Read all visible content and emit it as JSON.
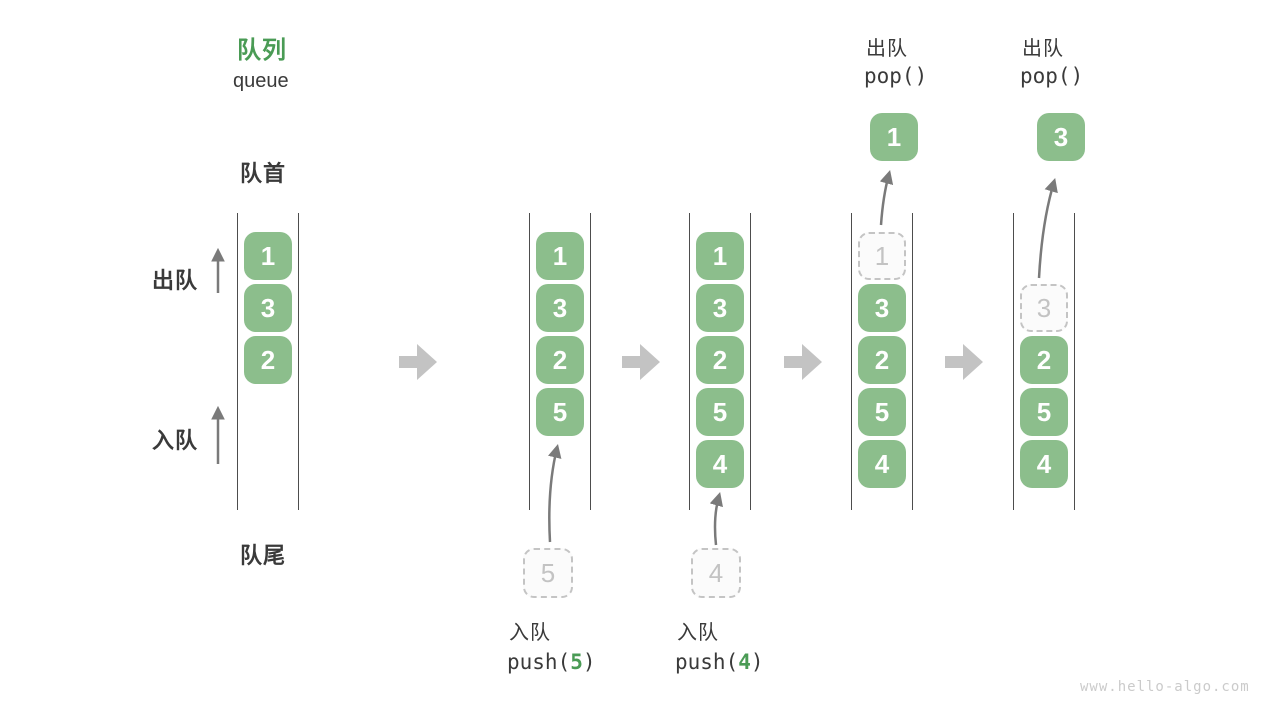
{
  "page": {
    "title_zh": "队列",
    "title_en": "queue",
    "front_label": "队首",
    "rear_label": "队尾",
    "dequeue_side_label": "出队",
    "enqueue_side_label": "入队",
    "watermark": "www.hello-algo.com"
  },
  "colors": {
    "accent_green": "#4a9b55",
    "cell_green": "#8cbe8c",
    "ghost_gray": "#c3c3c3",
    "thin_arrow_gray": "#7a7a7a",
    "block_arrow_gray": "#c3c3c3",
    "text_dark": "#3a3a3a"
  },
  "states": [
    {
      "name": "initial",
      "cells": [
        "1",
        "3",
        "2"
      ]
    },
    {
      "name": "after-push-5",
      "cells": [
        "1",
        "3",
        "2",
        "5"
      ]
    },
    {
      "name": "after-push-4",
      "cells": [
        "1",
        "3",
        "2",
        "5",
        "4"
      ]
    },
    {
      "name": "after-pop-1",
      "ghost": "1",
      "cells": [
        "3",
        "2",
        "5",
        "4"
      ]
    },
    {
      "name": "after-pop-3",
      "ghost": "3",
      "cells": [
        "2",
        "5",
        "4"
      ]
    }
  ],
  "operations": {
    "push5": {
      "label": "入队",
      "code_prefix": "push(",
      "arg": "5",
      "code_suffix": ")",
      "staged_value": "5"
    },
    "push4": {
      "label": "入队",
      "code_prefix": "push(",
      "arg": "4",
      "code_suffix": ")",
      "staged_value": "4"
    },
    "pop1": {
      "label": "出队",
      "code": "pop()",
      "popped_value": "1"
    },
    "pop2": {
      "label": "出队",
      "code": "pop()",
      "popped_value": "3"
    }
  }
}
